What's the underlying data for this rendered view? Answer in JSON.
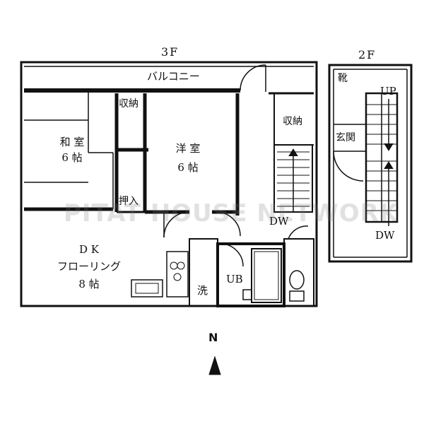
{
  "floors": {
    "third": "3F",
    "second": "2F"
  },
  "rooms": {
    "balcony": "バルコニー",
    "washitsu_name": "和 室",
    "washitsu_size": "6 帖",
    "youshitsu_name": "洋 室",
    "youshitsu_size": "6 帖",
    "dk_name": "D K",
    "dk_floor": "フローリング",
    "dk_size": "8 帖",
    "storage_1": "収納",
    "storage_2": "収納",
    "oshiire": "押入",
    "wash": "洗",
    "bath": "UB",
    "down_3f": "DW",
    "shoes": "靴",
    "entrance": "玄関",
    "up_2f": "UP",
    "down_2f": "DW"
  },
  "compass": {
    "north": "N"
  },
  "watermark": "PITAT HOUSE NETWORK",
  "colors": {
    "line": "#111111",
    "background": "#ffffff"
  }
}
